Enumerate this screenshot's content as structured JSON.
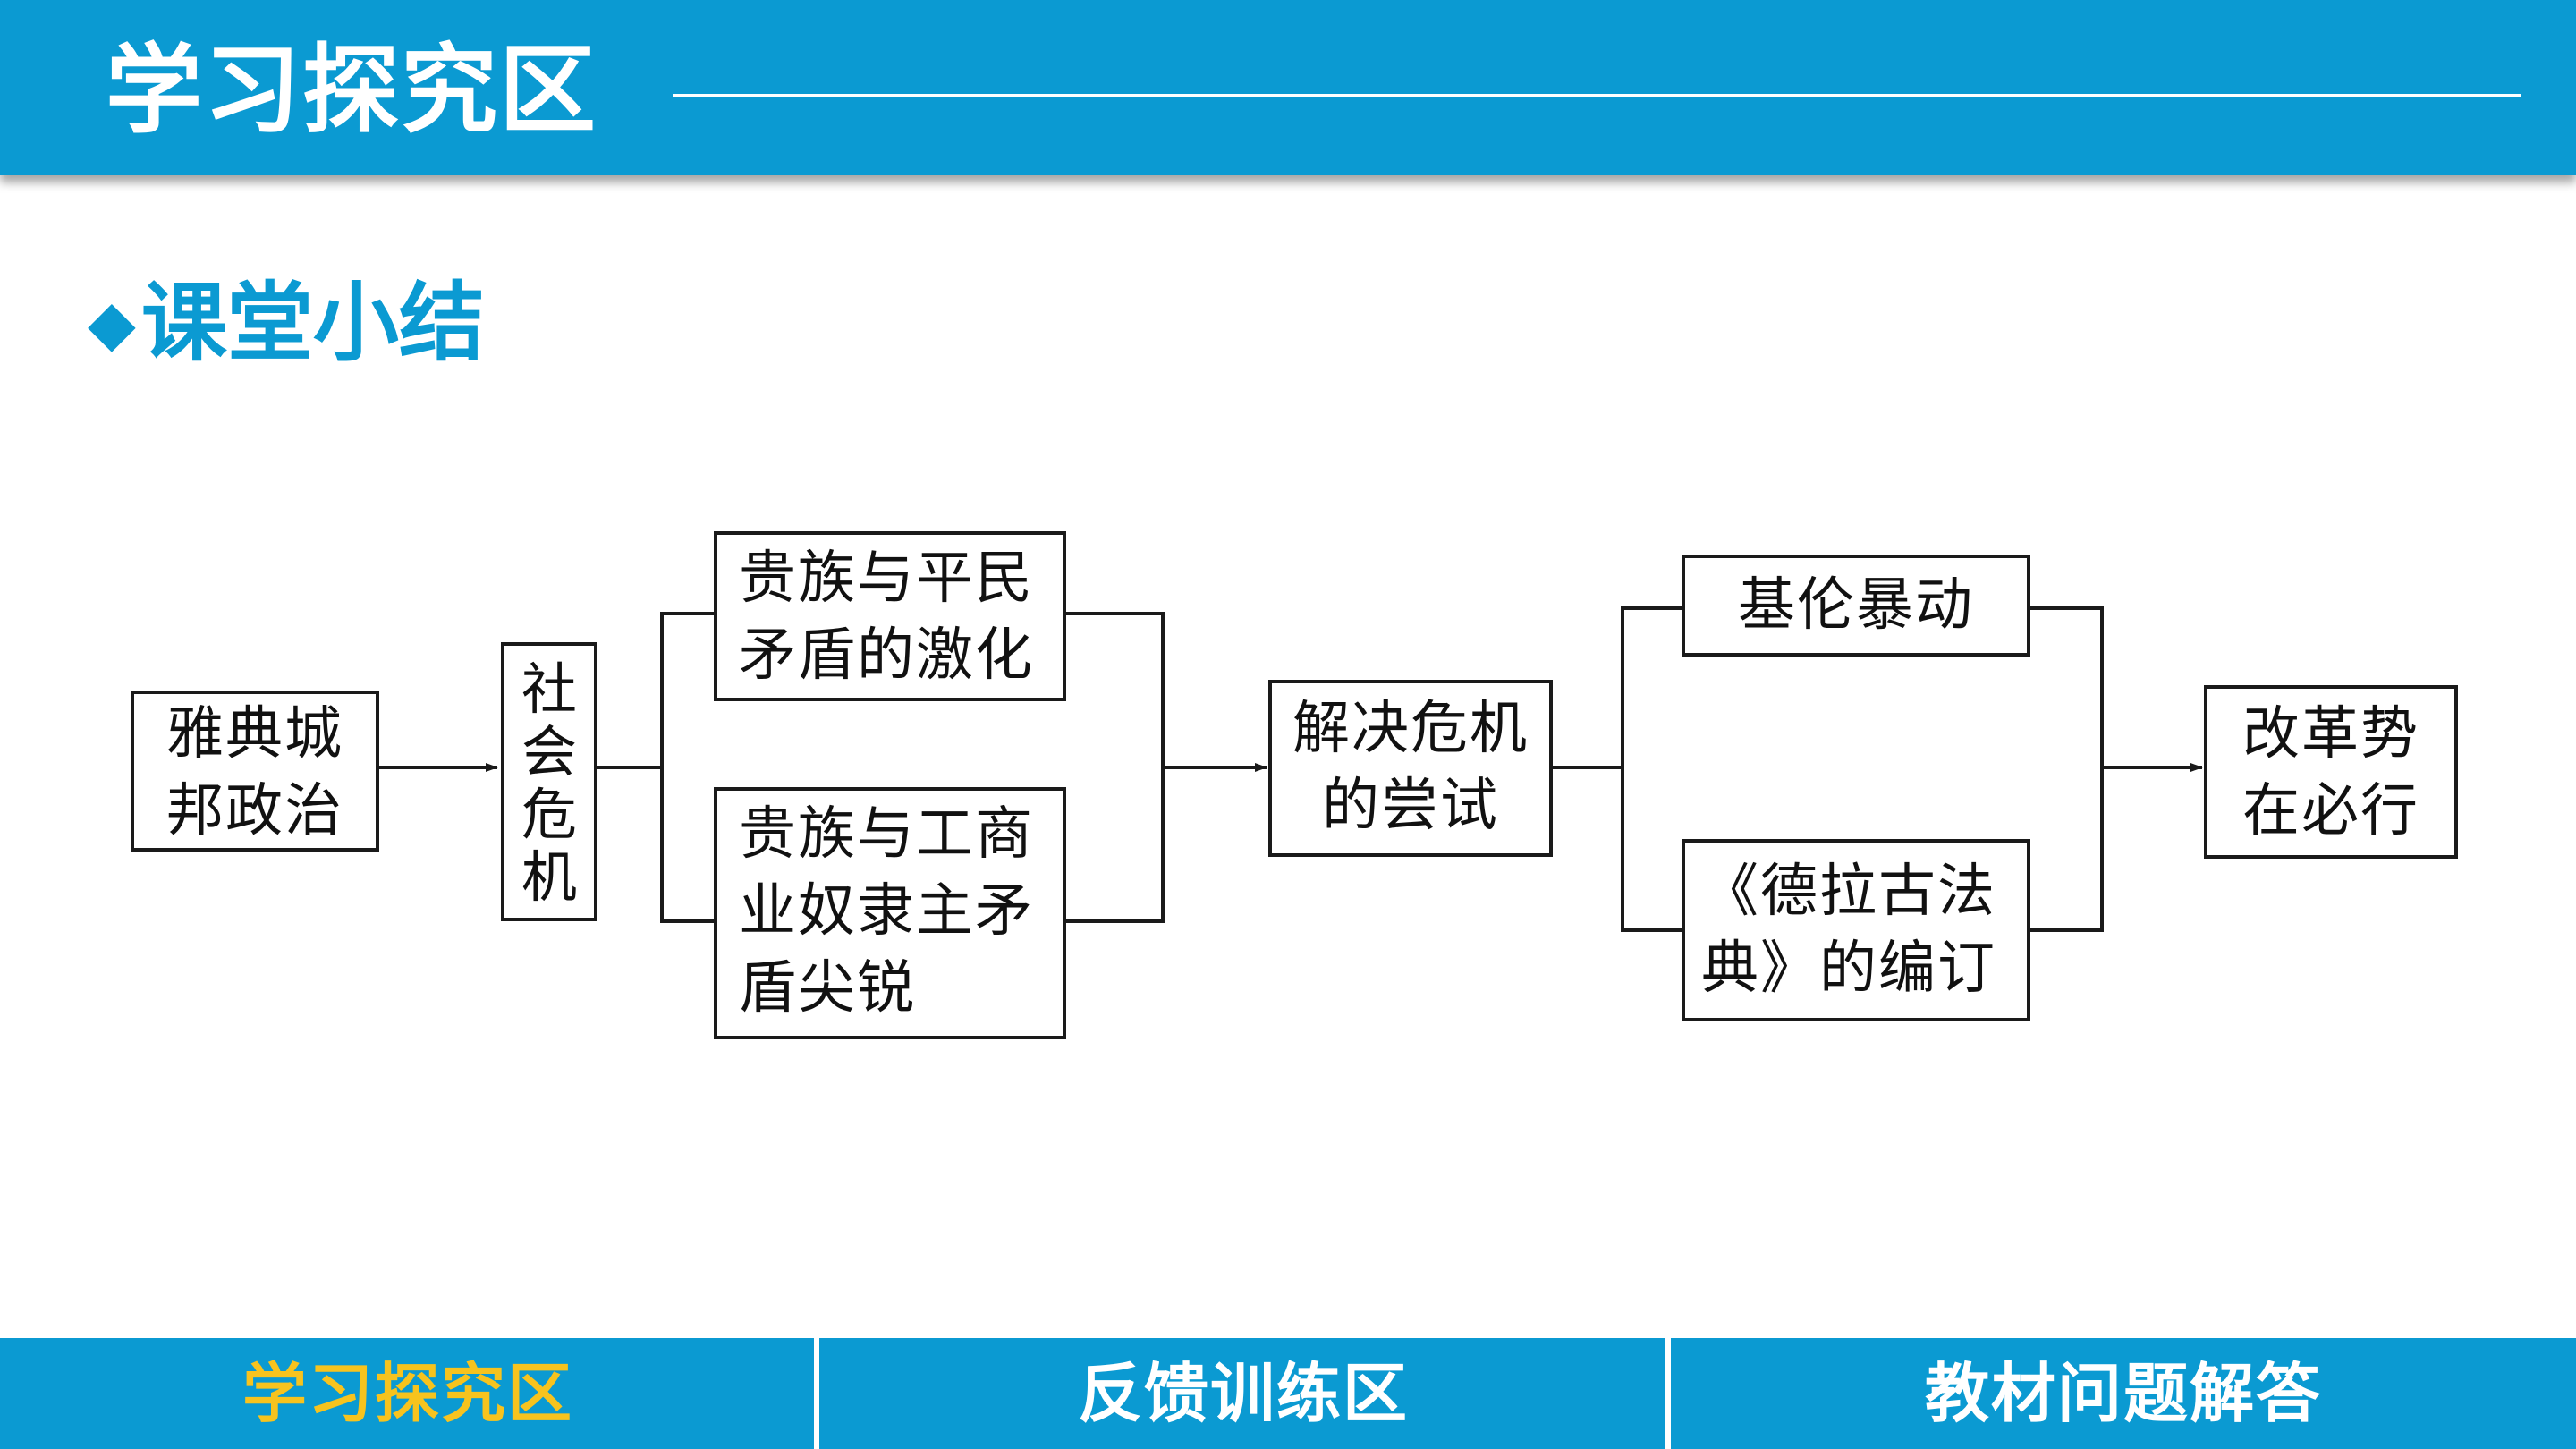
{
  "header": {
    "title": "学习探究区"
  },
  "section": {
    "bullet": "◆",
    "title": "课堂小结"
  },
  "diagram": {
    "nodes": {
      "athens": "雅典城\n邦政治",
      "crisis": "社\n会\n危\n机",
      "conflict_nobles_commoners": "贵族与平民\n矛盾的激化",
      "conflict_nobles_merchants": "贵族与工商\n业奴隶主矛\n盾尖锐",
      "resolve_attempt": "解决危机\n的尝试",
      "cylon_revolt": "基伦暴动",
      "draco_code": "《德拉古法\n典》的编订",
      "reform_inevitable": "改革势\n在必行"
    }
  },
  "footer": {
    "nav": [
      {
        "label": "学习探究区",
        "active": true
      },
      {
        "label": "反馈训练区",
        "active": false
      },
      {
        "label": "教材问题解答",
        "active": false
      }
    ]
  }
}
